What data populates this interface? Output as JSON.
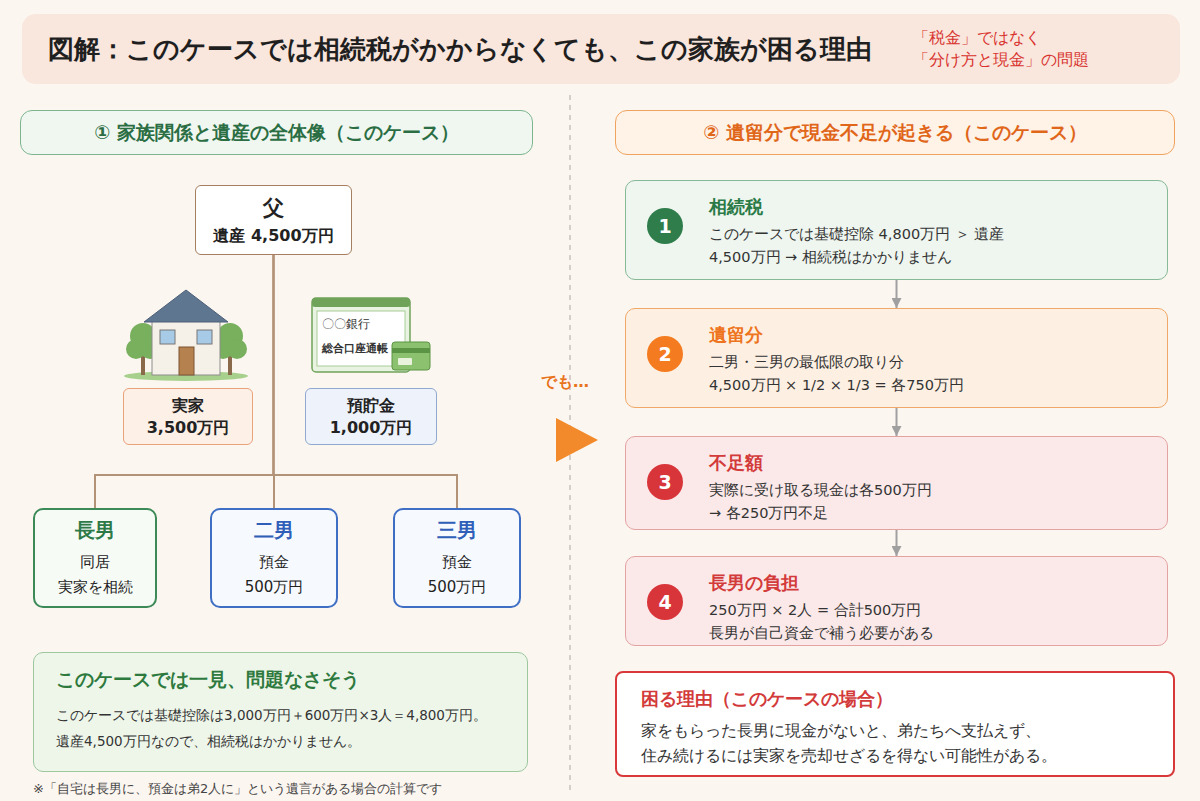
{
  "diagram": {
    "title": "図解：このケースでは相続税がかからなくても、この家族が困る理由",
    "nodes": [
      {
        "text": [
          "① 家族関係と遺産の全体像（このケース）"
        ]
      },
      {
        "text": [
          "父",
          "遺産 4,500万円"
        ]
      },
      {
        "text": [
          "実家",
          "3,500万円"
        ]
      },
      {
        "text": [
          "預貯金",
          "1,000万円"
        ]
      },
      {
        "text": [
          "長男",
          "同居 実家を相続"
        ]
      },
      {
        "text": [
          "二男",
          "預金 500万円"
        ]
      },
      {
        "text": [
          "三男",
          "預金 500万円"
        ]
      },
      {
        "text": [
          "このケースでは一見、問題なさそう",
          "このケースでは基礎控除は3,000万円＋600万円×3人＝4,800万円。 遺産4,500万円なので、相続税はかかりません。"
        ]
      },
      {
        "text": [
          "② 遺留分で現金不足が起きる（このケース）"
        ]
      },
      {
        "text": [
          "相続税",
          "このケースでは基礎控除 4,800万円 ＞ 遺産 4,500万円 → 相続税はかかりません"
        ]
      },
      {
        "text": [
          "1"
        ],
        "in": 9
      },
      {
        "text": [
          "遺留分",
          "二男・三男の最低限の取り分 4,500万円 × 1/2 × 1/3 = 各750万円"
        ]
      },
      {
        "text": [
          "2"
        ],
        "in": 11
      },
      {
        "text": [
          "不足額",
          "実際に受け取る現金は各500万円 → 各250万円不足"
        ]
      },
      {
        "text": [
          "3"
        ],
        "in": 13
      },
      {
        "text": [
          "長男の負担",
          "250万円 × 2人 = 合計500万円 長男が自己資金で補う必要がある"
        ]
      },
      {
        "text": [
          "4"
        ],
        "in": 15
      },
      {
        "text": [
          "困る理由（このケースの場合）",
          "家をもらった長男に現金がないと、弟たちへ支払えず、 住み続けるには実家を売却せざるを得ない可能性がある。"
        ]
      }
    ],
    "edges": [
      {
        "from": 1,
        "to": 4,
        "arrow": "none"
      },
      {
        "from": 1,
        "to": 5,
        "arrow": "none"
      },
      {
        "from": 1,
        "to": 6,
        "arrow": "none"
      },
      {
        "from": 9,
        "to": 11,
        "arrow": "to"
      },
      {
        "from": 11,
        "to": 13,
        "arrow": "to"
      },
      {
        "from": 13,
        "to": 15,
        "arrow": "to"
      }
    ],
    "labels": [
      "「税金」ではなく 「分け方と現金」の問題",
      "〇〇銀行",
      "総合口座通帳",
      "でも…",
      "※「自宅は長男に、預金は弟2人に」という遺言がある場合の計算です"
    ]
  }
}
